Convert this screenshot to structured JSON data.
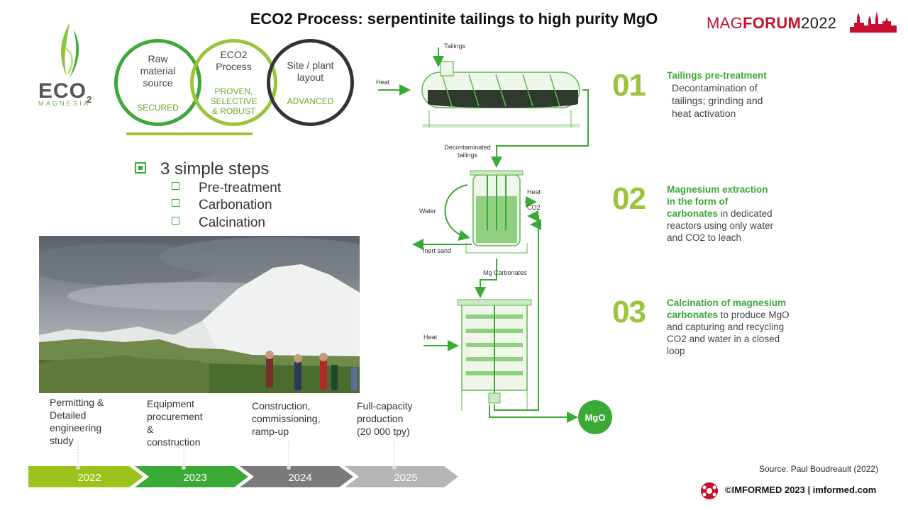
{
  "title": "ECO2 Process: serpentinite tailings to high purity MgO",
  "magforum": {
    "mag": "MAG",
    "forum": "FORUM",
    "year": "2022"
  },
  "logo": {
    "name": "ECO",
    "subscript": "2",
    "sub": "MAGNESIA"
  },
  "circles": [
    {
      "label_lines": [
        "Raw",
        "material",
        "source"
      ],
      "status": "SECURED"
    },
    {
      "label_lines": [
        "ECO2",
        "Process"
      ],
      "status_lines": [
        "PROVEN,",
        "SELECTIVE",
        "& ROBUST"
      ]
    },
    {
      "label_lines": [
        "Site / plant",
        "layout"
      ],
      "status": "ADVANCED"
    }
  ],
  "bullets": {
    "main": "3 simple steps",
    "items": [
      "Pre-treatment",
      "Carbonation",
      "Calcination"
    ]
  },
  "timeline": {
    "labels": [
      [
        "Permitting &",
        "Detailed",
        "engineering",
        "study"
      ],
      [
        "Equipment",
        "procurement",
        "&",
        "construction"
      ],
      [
        "Construction,",
        "commissioning,",
        "ramp-up"
      ],
      [
        "Full-capacity",
        "production",
        "(20 000 tpy)"
      ]
    ],
    "years": [
      "2022",
      "2023",
      "2024",
      "2025"
    ],
    "colors": [
      "#9bc31c",
      "#3aa935",
      "#7a7a7a",
      "#b5b5b5"
    ]
  },
  "diagram": {
    "tailings": "Tailings",
    "heat1": "Heat",
    "decontaminated": [
      "Decontaminated",
      "tailings"
    ],
    "water": "Water",
    "heat2": "Heat",
    "co2": "CO2",
    "inert_sand": "Inert sand",
    "mg_carbonates": "Mg Carbonates",
    "heat3": "Heat",
    "mgo": "MgO"
  },
  "steps": [
    {
      "num": "01",
      "title": "Tailings pre-treatment",
      "body_lines": [
        "Decontamination of",
        "tailings; grinding and",
        "heat activation"
      ]
    },
    {
      "num": "02",
      "title_lines": [
        "Magnesium extraction",
        "in the form of",
        "carbonates"
      ],
      "body_first": " in dedicated",
      "body_lines": [
        "reactors using only water",
        "and CO2 to leach"
      ]
    },
    {
      "num": "03",
      "title_lines": [
        "Calcination of magnesium",
        "carbonates"
      ],
      "body_first": " to produce MgO",
      "body_lines": [
        "and capturing and recycling",
        "CO2 and water in a closed",
        "loop"
      ]
    }
  ],
  "source": "Source: Paul Boudreault  (2022)",
  "footer": "©IMFORMED 2023  | imformed.com",
  "colors": {
    "green": "#3aa935",
    "lime": "#9ac43b",
    "red": "#c8102e"
  }
}
